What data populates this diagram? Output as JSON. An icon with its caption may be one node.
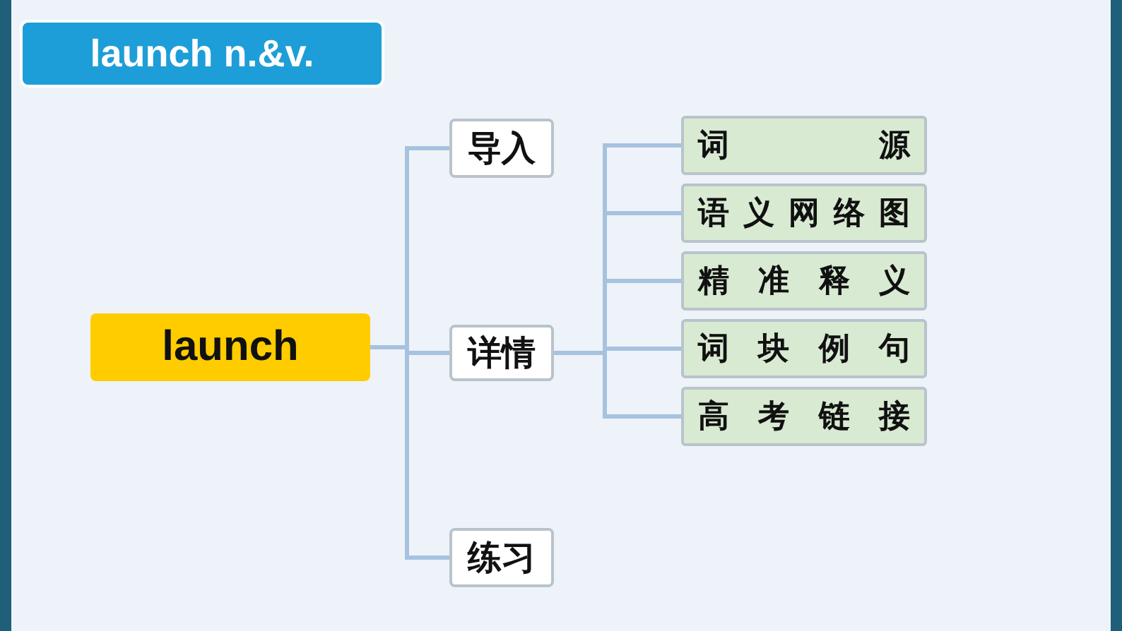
{
  "diagram": {
    "title": "launch n.&v.",
    "nodes": [
      {
        "text": [
          "launch"
        ]
      },
      {
        "text": [
          "导入"
        ]
      },
      {
        "text": [
          "详情"
        ]
      },
      {
        "text": [
          "练习"
        ]
      },
      {
        "text": [
          "词源"
        ]
      },
      {
        "text": [
          "语义网络图"
        ]
      },
      {
        "text": [
          "精准释义"
        ]
      },
      {
        "text": [
          "词块例句"
        ]
      },
      {
        "text": [
          "高考链接"
        ]
      }
    ],
    "edges": [
      {
        "from": 0,
        "to": 1,
        "arrow": "none"
      },
      {
        "from": 0,
        "to": 2,
        "arrow": "none"
      },
      {
        "from": 0,
        "to": 3,
        "arrow": "none"
      },
      {
        "from": 2,
        "to": 4,
        "arrow": "none"
      },
      {
        "from": 2,
        "to": 5,
        "arrow": "none"
      },
      {
        "from": 2,
        "to": 6,
        "arrow": "none"
      },
      {
        "from": 2,
        "to": 7,
        "arrow": "none"
      },
      {
        "from": 2,
        "to": 8,
        "arrow": "none"
      }
    ]
  }
}
